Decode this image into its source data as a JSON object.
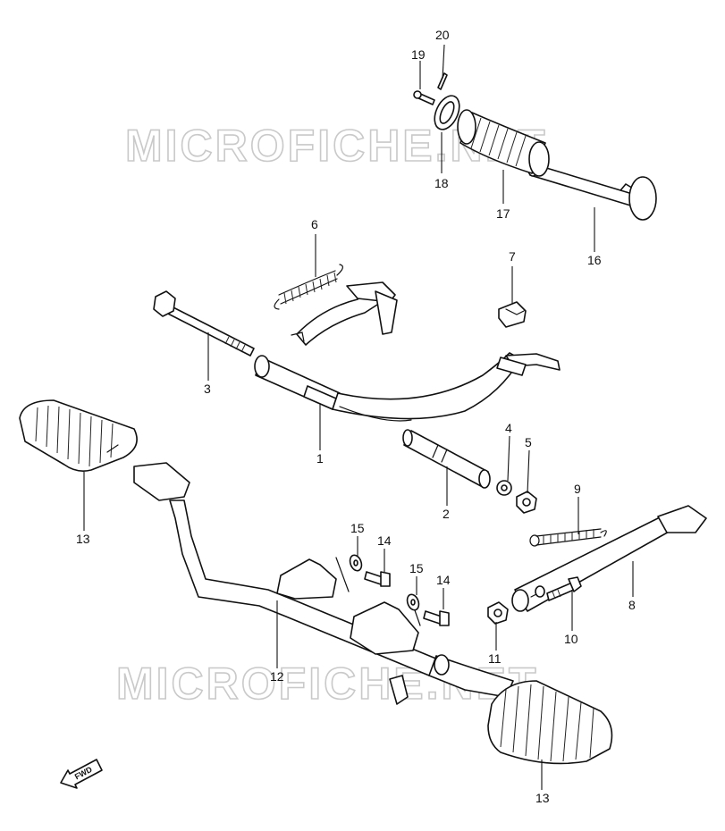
{
  "watermark": "MICROFICHE.NET",
  "fwd_label": "FWD",
  "callouts": {
    "p1": "1",
    "p2": "2",
    "p3": "3",
    "p4": "4",
    "p5": "5",
    "p6": "6",
    "p7": "7",
    "p8": "8",
    "p9": "9",
    "p10": "10",
    "p11": "11",
    "p12": "12",
    "p13a": "13",
    "p13b": "13",
    "p14a": "14",
    "p14b": "14",
    "p15a": "15",
    "p15b": "15",
    "p16": "16",
    "p17": "17",
    "p18": "18",
    "p19": "19",
    "p20": "20"
  }
}
